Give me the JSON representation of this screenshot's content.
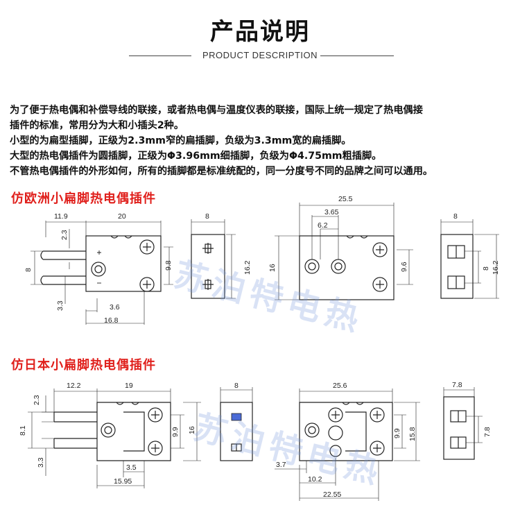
{
  "header": {
    "title": "产品说明",
    "subtitle": "PRODUCT DESCRIPTION"
  },
  "description": {
    "lines": [
      "为了便于热电偶和补偿导线的联接，或者热电偶与温度仪表的联接，国际上统一规定了热电偶接",
      "插件的标准，常用分为大和小插头2种。",
      "小型的为扁型插脚，正级为2.3mm窄的扁插脚，负级为3.3mm宽的扁插脚。",
      "大型的热电偶插件为圆插脚，正级为Φ3.96mm细插脚，负级为Φ4.75mm粗插脚。",
      "不管热电偶插件的外形如何，所有的插脚都是标准统配的，同一分度号不同的品牌之间可以通用。"
    ]
  },
  "section_europe": {
    "heading": "仿欧洲小扁脚热电偶插件",
    "dims": {
      "d_11_9": "11.9",
      "d_20": "20",
      "d_2_3": "2.3",
      "d_8_left": "8",
      "d_3_3": "3.3",
      "d_3_6": "3.6",
      "d_16_8": "16.8",
      "d_9_8": "9.8",
      "d_8_side": "8",
      "d_16_2_side": "16.2",
      "d_25_5": "25.5",
      "d_3_65": "3.65",
      "d_6_2": "6.2",
      "d_16": "16",
      "d_9_6": "9.6",
      "d_8_end": "8",
      "d_8_end_inner": "8",
      "d_16_2_end": "16.2"
    }
  },
  "section_japan": {
    "heading": "仿日本小扁脚热电偶插件",
    "dims": {
      "d_12_2": "12.2",
      "d_19": "19",
      "d_2_3": "2.3",
      "d_8_1": "8.1",
      "d_3_3": "3.3",
      "d_3_5": "3.5",
      "d_15_95": "15.95",
      "d_9_9": "9.9",
      "d_16": "16",
      "d_8_side": "8",
      "d_25_6": "25.6",
      "d_9_9_b": "9.9",
      "d_15_8": "15.8",
      "d_3_7": "3.7",
      "d_10_2": "10.2",
      "d_22_55": "22.55",
      "d_7_8_top": "7.8",
      "d_7_8_right": "7.8"
    }
  },
  "watermark": {
    "text": "苏泊特电热"
  },
  "colors": {
    "title": "#111111",
    "section_heading": "#e0201c",
    "line": "#222222",
    "watermark": "#7896dc"
  }
}
